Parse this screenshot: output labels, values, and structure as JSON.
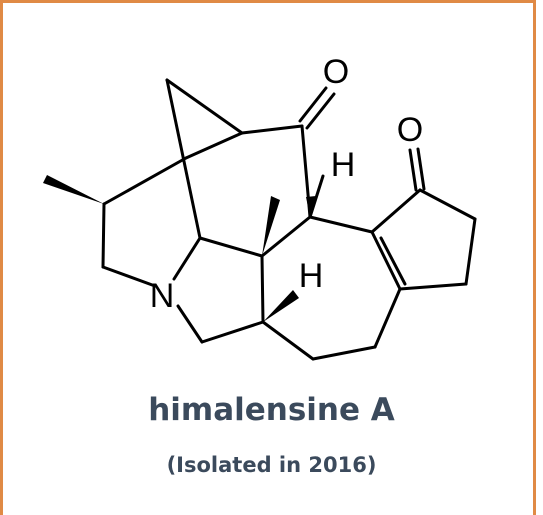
{
  "diagram": {
    "compound_name": "himalensine A",
    "compound_note": "(Isolated in 2016)",
    "atom_labels": {
      "oxygen_bridge_ketone": "O",
      "oxygen_cyclopentenone": "O",
      "nitrogen": "N",
      "hydrogen_upper": "H",
      "hydrogen_lower": "H"
    },
    "colors": {
      "frame_border": "#e08a45",
      "caption_text": "#3b4a5c",
      "bond_color": "#000000"
    }
  }
}
